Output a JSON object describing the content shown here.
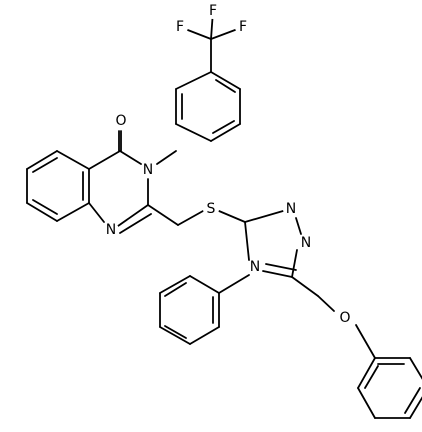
{
  "structure": {
    "atoms": [
      {
        "id": "F1",
        "label": "F"
      },
      {
        "id": "F2",
        "label": "F"
      },
      {
        "id": "F3",
        "label": "F"
      },
      {
        "id": "O_carbonyl",
        "label": "O"
      },
      {
        "id": "N3",
        "label": "N"
      },
      {
        "id": "N1",
        "label": "N"
      },
      {
        "id": "S",
        "label": "S"
      },
      {
        "id": "N_t1",
        "label": "N"
      },
      {
        "id": "N_t2",
        "label": "N"
      },
      {
        "id": "N4",
        "label": "N"
      },
      {
        "id": "O_ether",
        "label": "O"
      }
    ]
  }
}
